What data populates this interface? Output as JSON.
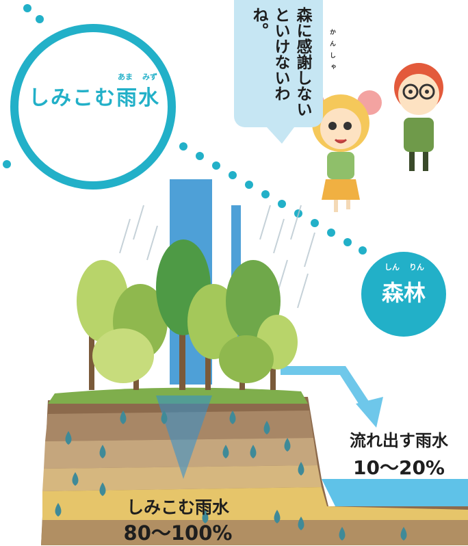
{
  "colors": {
    "accent": "#22b0c8",
    "bubble": "#c6e6f3",
    "rain_column": "#2f8fd0",
    "text": "#1e1e1e"
  },
  "main_circle": {
    "title": "しみこむ雨水",
    "ruby_ama": "あま",
    "ruby_mizu": "みず"
  },
  "forest_circle": {
    "title": "森林",
    "ruby_shin": "しん",
    "ruby_rin": "りん"
  },
  "speech_bubble": {
    "text": "森に感謝しないといけないわね。",
    "ruby_kansha": "かんしゃ"
  },
  "infiltration_label": {
    "title": "しみこむ雨水",
    "value": "80〜100%"
  },
  "runoff_label": {
    "title": "流れ出す雨水",
    "value": "10〜20%"
  },
  "icons": [
    "rain-icon",
    "tree-icon",
    "water-drop-icon",
    "girl-character-icon",
    "boy-character-icon"
  ]
}
